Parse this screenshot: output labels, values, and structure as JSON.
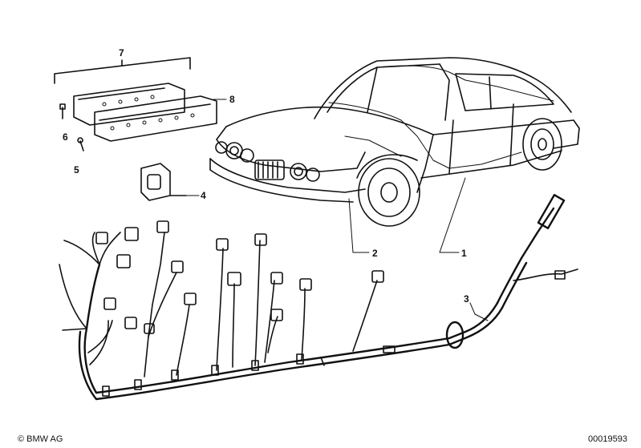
{
  "diagram": {
    "callouts": [
      {
        "id": "1",
        "label": "1"
      },
      {
        "id": "2",
        "label": "2"
      },
      {
        "id": "3",
        "label": "3"
      },
      {
        "id": "4",
        "label": "4"
      },
      {
        "id": "5",
        "label": "5"
      },
      {
        "id": "6",
        "label": "6"
      },
      {
        "id": "7",
        "label": "7"
      },
      {
        "id": "8",
        "label": "8"
      }
    ]
  },
  "footer": {
    "copyright": "© BMW AG",
    "part_number": "00019593"
  }
}
